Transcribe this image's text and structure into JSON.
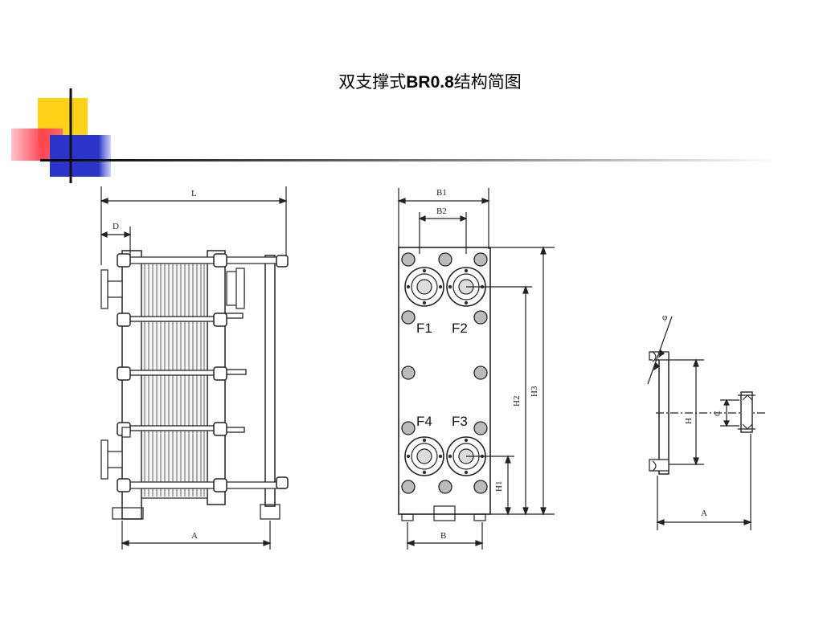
{
  "title": {
    "text_pre": "双支撑式",
    "text_model": "BR0.8",
    "text_post": "结构简图"
  },
  "side_view": {
    "dim_L": "L",
    "dim_D": "D",
    "dim_A": "A"
  },
  "front_view": {
    "dim_B1": "B1",
    "dim_B2": "B2",
    "dim_B": "B",
    "dim_H1": "H1",
    "dim_H2": "H2",
    "dim_H3": "H3",
    "ports": [
      "F1",
      "F2",
      "F4",
      "F3"
    ]
  },
  "detail_view": {
    "dim_A": "A",
    "dim_H": "H",
    "dim_C": "C",
    "dim_phi": "φ"
  },
  "colors": {
    "deco_yellow": "#ffd21a",
    "deco_red": "#ff4d5c",
    "deco_blue": "#2b34c8",
    "line": "#222222"
  }
}
